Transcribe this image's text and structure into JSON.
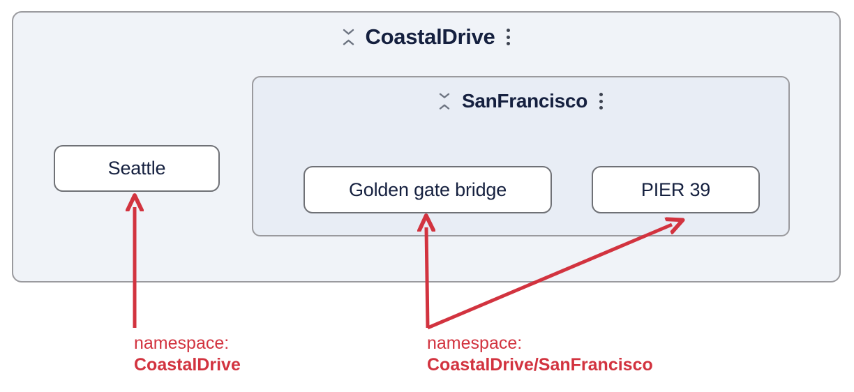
{
  "diagram": {
    "outer_group": {
      "title": "CoastalDrive",
      "collapse_icon": "collapse-icon",
      "menu_icon": "kebab-menu-icon"
    },
    "inner_group": {
      "title": "SanFrancisco",
      "collapse_icon": "collapse-icon",
      "menu_icon": "kebab-menu-icon"
    },
    "nodes": [
      {
        "label": "Seattle"
      },
      {
        "label": "Golden gate bridge"
      },
      {
        "label": "PIER 39"
      }
    ],
    "annotations": [
      {
        "label": "namespace:",
        "value": "CoastalDrive"
      },
      {
        "label": "namespace:",
        "value": "CoastalDrive/SanFrancisco"
      }
    ],
    "colors": {
      "annotation_red": "#d2333f",
      "title_navy": "#15203f",
      "outer_group_fill": "#f0f3f8",
      "inner_group_fill": "#e8edf5",
      "group_border": "#9a9a9e",
      "node_border": "#6f7176"
    }
  }
}
